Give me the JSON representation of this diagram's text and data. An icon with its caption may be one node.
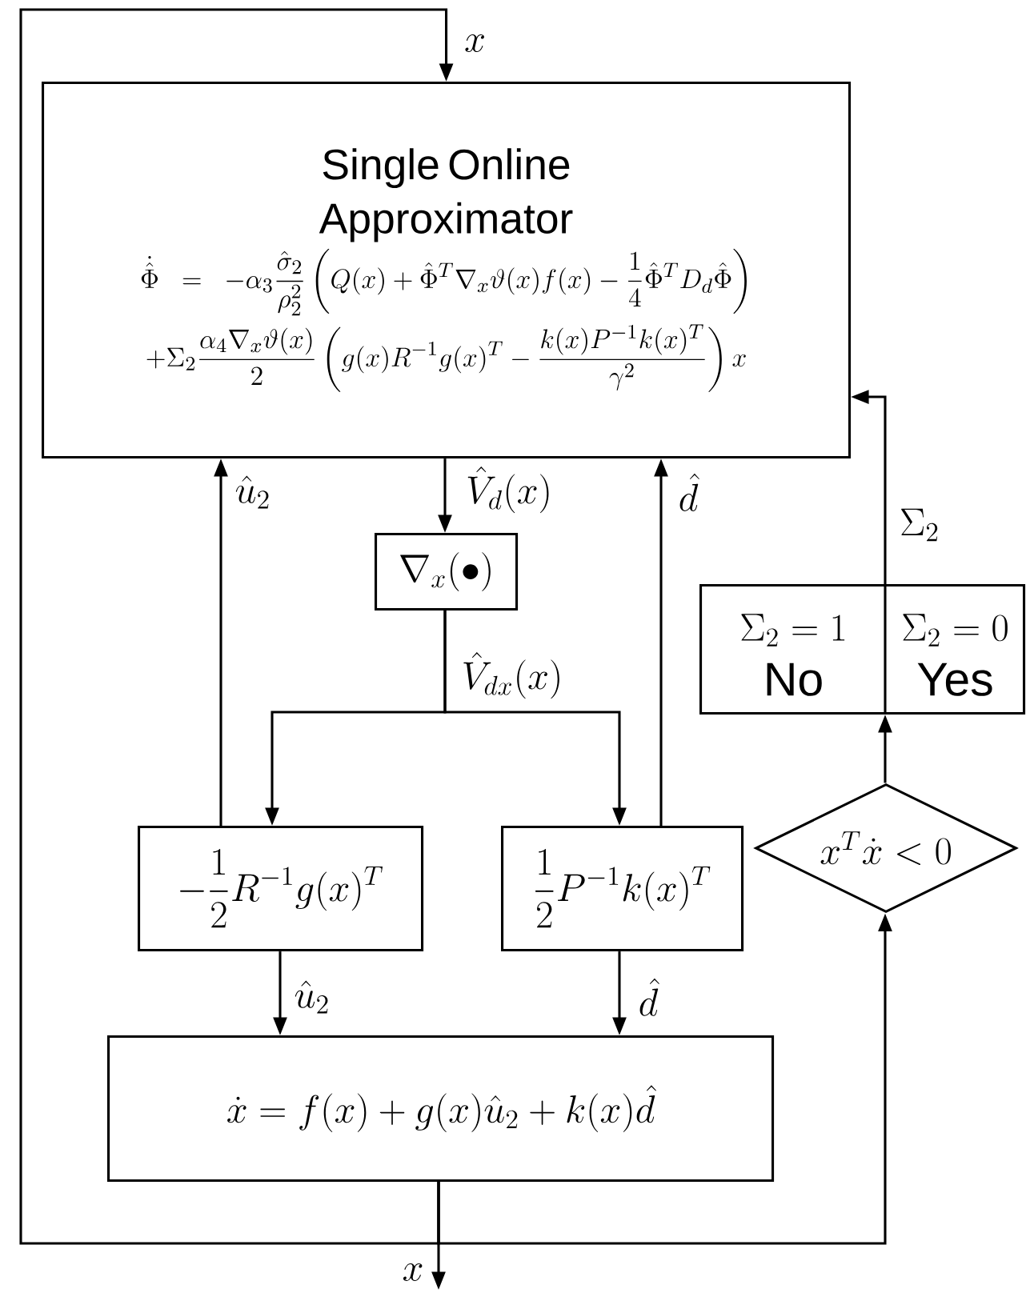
{
  "diagram": {
    "nodes": [
      {
        "text": [
          "Single Online Approximator",
          "\\dot{\\hat{\\Phi}}=-\\alpha_3\\frac{\\hat{\\sigma}_2}{\\rho_2^2}\\left(Q(x)+\\hat{\\Phi}^T\\nabla_x\\vartheta(x)f(x)-\\frac{1}{4}\\hat{\\Phi}^T D_d\\hat{\\Phi}\\right)",
          "+\\Sigma_2\\frac{\\alpha_4\\nabla_x\\vartheta(x)}{2}\\left(g(x)R^{-1}g(x)^T-\\frac{k(x)P^{-1}k(x)^T}{\\gamma^2}\\right)x"
        ]
      },
      {
        "text": [
          "\\nabla_x(\\bullet)"
        ]
      },
      {
        "text": [
          "-\\frac{1}{2}R^{-1}g(x)^T"
        ]
      },
      {
        "text": [
          "\\frac{1}{2}P^{-1}k(x)^T"
        ]
      },
      {
        "text": [
          "\\dot{x}=f(x)+g(x)\\hat{u}_2+k(x)\\hat{d}"
        ]
      },
      {
        "text": [
          "\\Sigma_2=1",
          "No",
          "\\Sigma_2=0",
          "Yes"
        ]
      },
      {
        "text": [
          "x^T\\dot{x}<0"
        ]
      }
    ],
    "edges": [
      {
        "from": 4,
        "to": 0,
        "arrow": "to",
        "label": "x"
      },
      {
        "from": 4,
        "to": null,
        "arrow": "to",
        "label": "x"
      },
      {
        "from": 4,
        "to": 6,
        "arrow": "to"
      },
      {
        "from": 0,
        "to": 1,
        "arrow": "to",
        "label": "\\hat{V}_d(x)"
      },
      {
        "from": 1,
        "to": 2,
        "arrow": "to",
        "label": "\\hat{V}_{dx}(x)"
      },
      {
        "from": 1,
        "to": 3,
        "arrow": "to"
      },
      {
        "from": 2,
        "to": 0,
        "arrow": "to",
        "label": "\\hat{u}_2"
      },
      {
        "from": 3,
        "to": 0,
        "arrow": "to",
        "label": "\\hat{d}"
      },
      {
        "from": 2,
        "to": 4,
        "arrow": "to",
        "label": "\\hat{u}_2"
      },
      {
        "from": 3,
        "to": 4,
        "arrow": "to",
        "label": "\\hat{d}"
      },
      {
        "from": 6,
        "to": 5,
        "arrow": "to"
      },
      {
        "from": 5,
        "to": 0,
        "arrow": "to",
        "label": "\\Sigma_2"
      }
    ]
  }
}
